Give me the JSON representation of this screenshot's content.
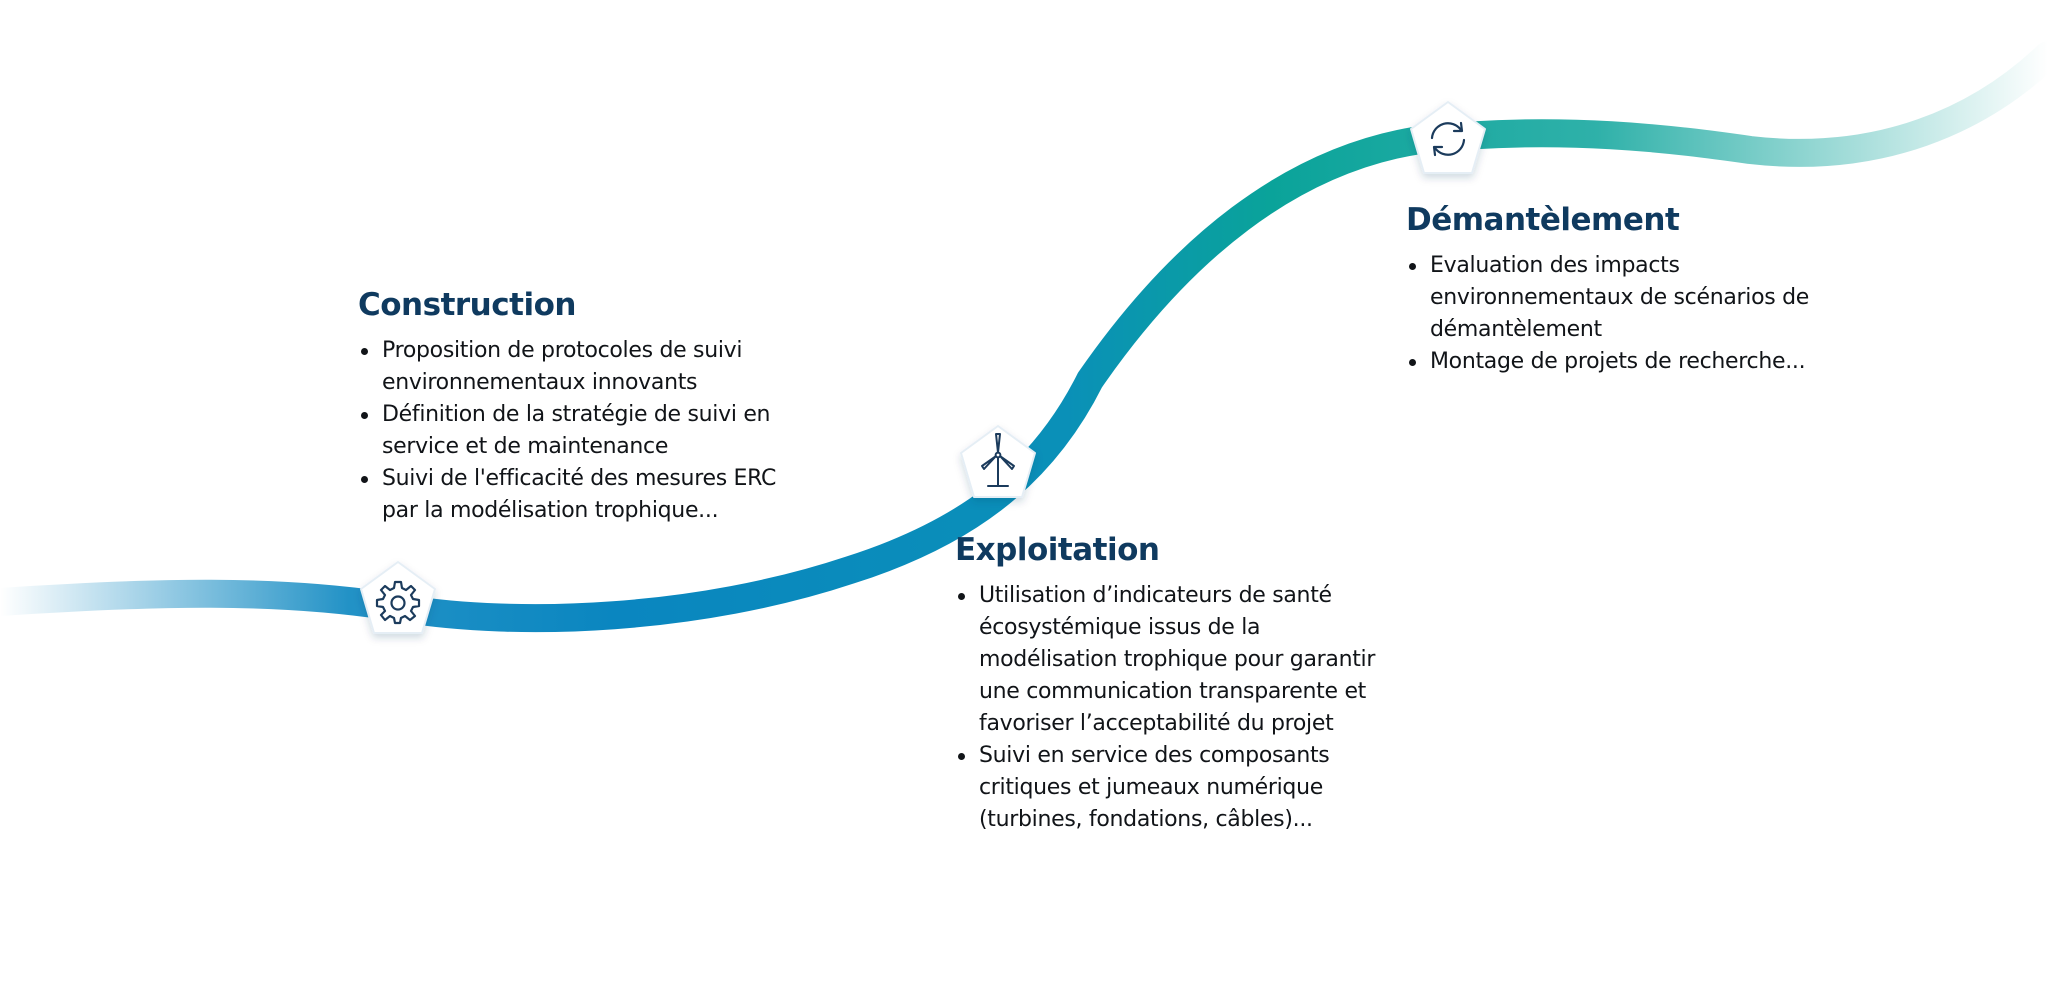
{
  "colors": {
    "title": "#0f3a5f",
    "text": "#111418",
    "curve_blue": "#0a86c0",
    "curve_teal": "#0aa39a",
    "icon_stroke": "#1b3b5c"
  },
  "stages": [
    {
      "title": "Construction",
      "icon": "gear-icon",
      "bullets": [
        "Proposition de protocoles de suivi environnementaux innovants",
        "Définition de la stratégie de suivi en service et de maintenance",
        "Suivi de l'efficacité des mesures ERC par la modélisation trophique..."
      ]
    },
    {
      "title": "Exploitation",
      "icon": "wind-turbine-icon",
      "bullets": [
        "Utilisation d’indicateurs de santé écosystémique issus de la modélisation trophique pour garantir une communication transparente et favoriser l’acceptabilité du projet",
        "Suivi en service des composants critiques et jumeaux numérique (turbines, fondations, câbles)..."
      ]
    },
    {
      "title": "Démantèlement",
      "icon": "refresh-cycle-icon",
      "bullets": [
        "Evaluation des impacts environnementaux de scénarios de démantèlement",
        "Montage de projets de recherche..."
      ]
    }
  ]
}
